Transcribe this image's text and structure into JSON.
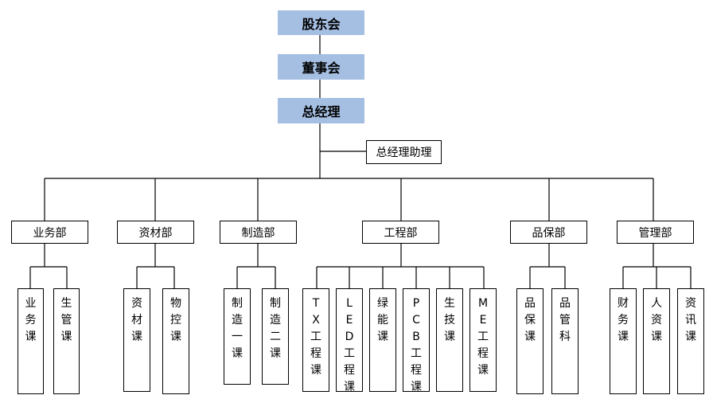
{
  "executive": {
    "shareholders": "股东会",
    "board": "董事会",
    "gm": "总经理",
    "gm_assistant": "总经理助理"
  },
  "departments": [
    {
      "name": "业务部",
      "sections": [
        "业务课",
        "生管课"
      ]
    },
    {
      "name": "资材部",
      "sections": [
        "资材课",
        "物控课"
      ]
    },
    {
      "name": "制造部",
      "sections": [
        "制造一课",
        "制造二课"
      ]
    },
    {
      "name": "工程部",
      "sections": [
        "TX工程课",
        "LED工程课",
        "绿能课",
        "PCB工程课",
        "生技课",
        "ME工程课"
      ]
    },
    {
      "name": "品保部",
      "sections": [
        "品保课",
        "品管科"
      ]
    },
    {
      "name": "管理部",
      "sections": [
        "财务课",
        "人资课",
        "资讯课"
      ]
    }
  ],
  "colors": {
    "top_box_fill": "#a5bfe3",
    "line": "#000000"
  }
}
